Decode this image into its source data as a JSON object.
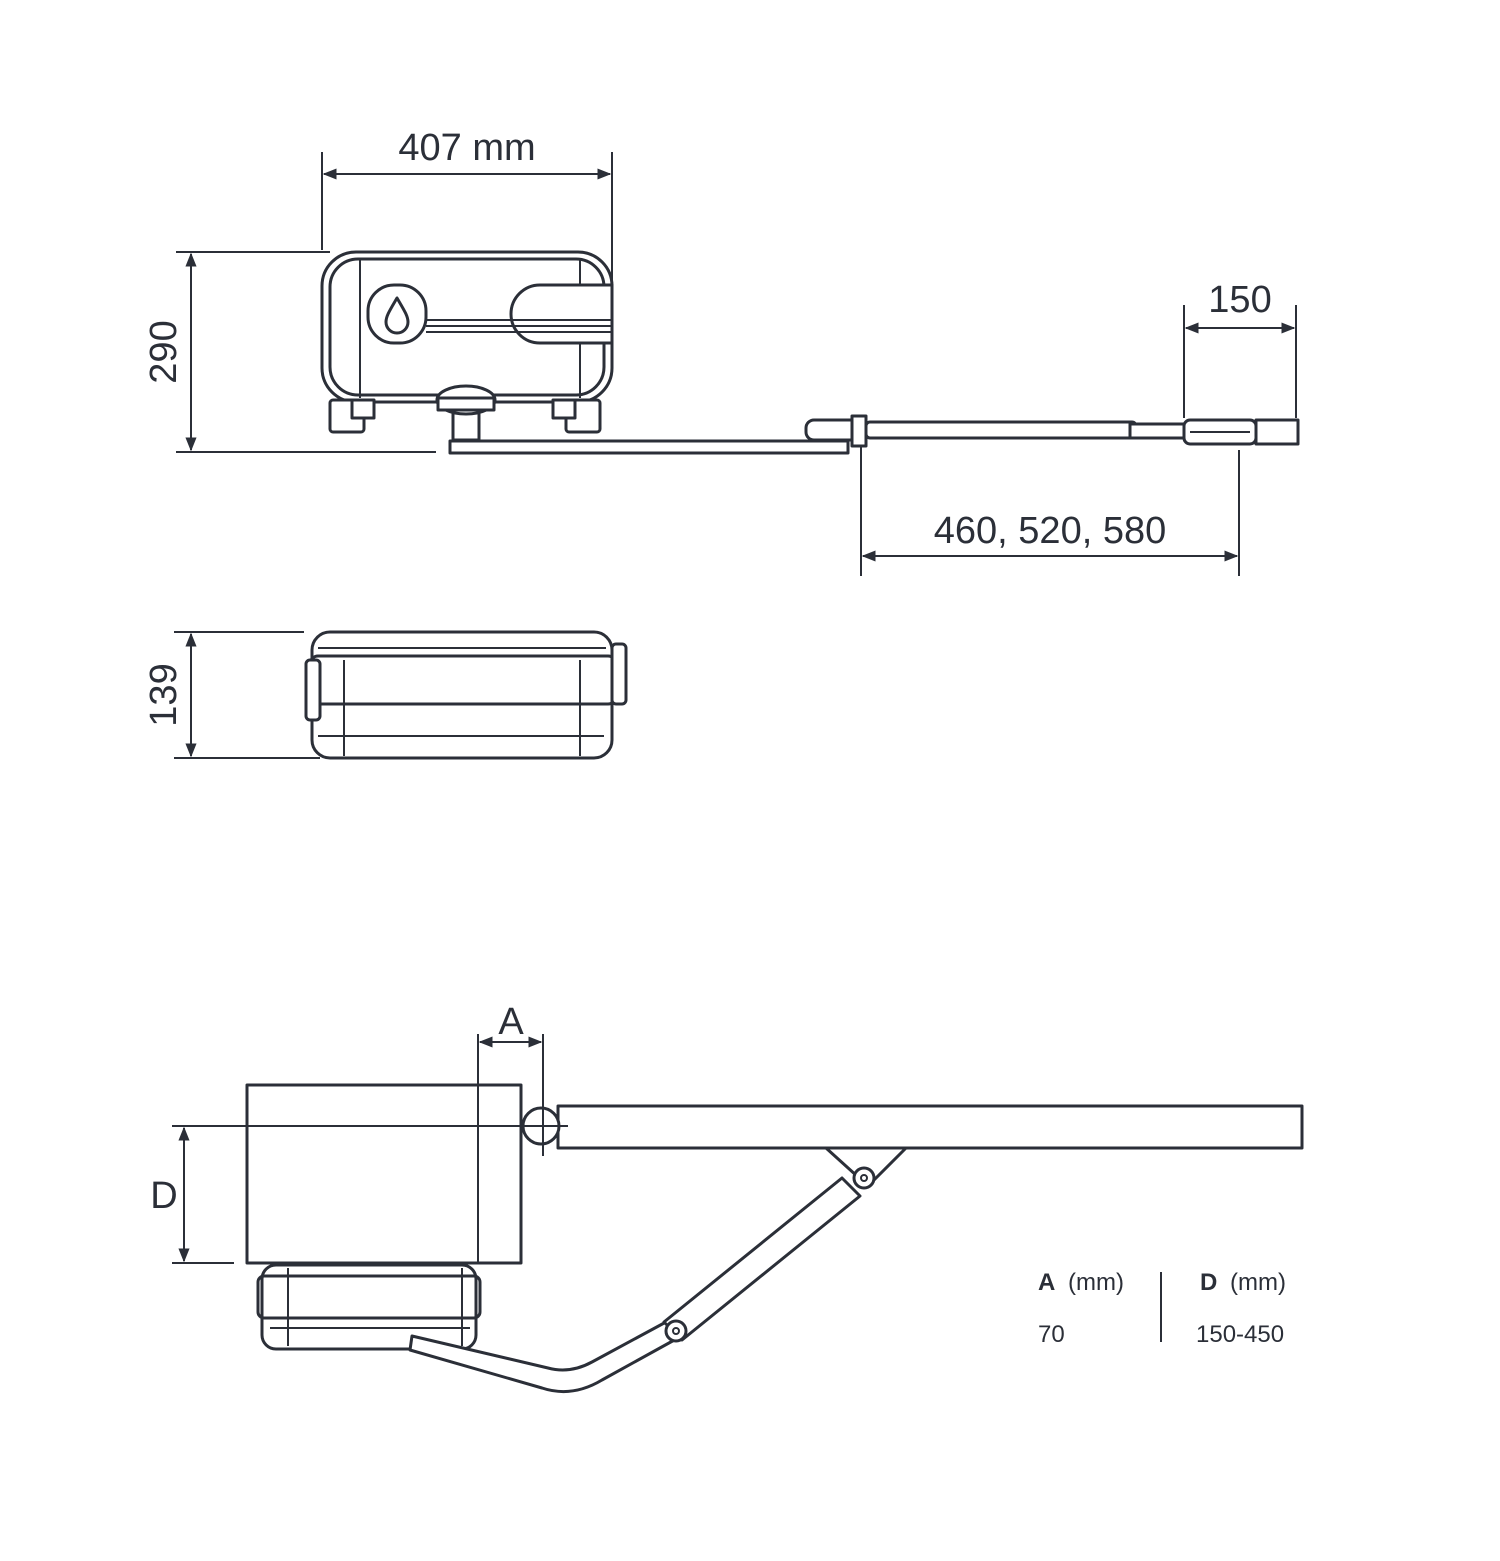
{
  "dimensions": {
    "width_top": "407 mm",
    "height_top": "290",
    "arm_end": "150",
    "arm_length": "460, 520, 580",
    "depth_side": "139",
    "offset_a": "A",
    "offset_d": "D"
  },
  "table": {
    "col_a_header_bold": "A",
    "col_a_header_unit": "(mm)",
    "col_d_header_bold": "D",
    "col_d_header_unit": "(mm)",
    "col_a_value": "70",
    "col_d_value": "150-450"
  },
  "colors": {
    "line": "#2b2f38",
    "background": "#ffffff"
  }
}
